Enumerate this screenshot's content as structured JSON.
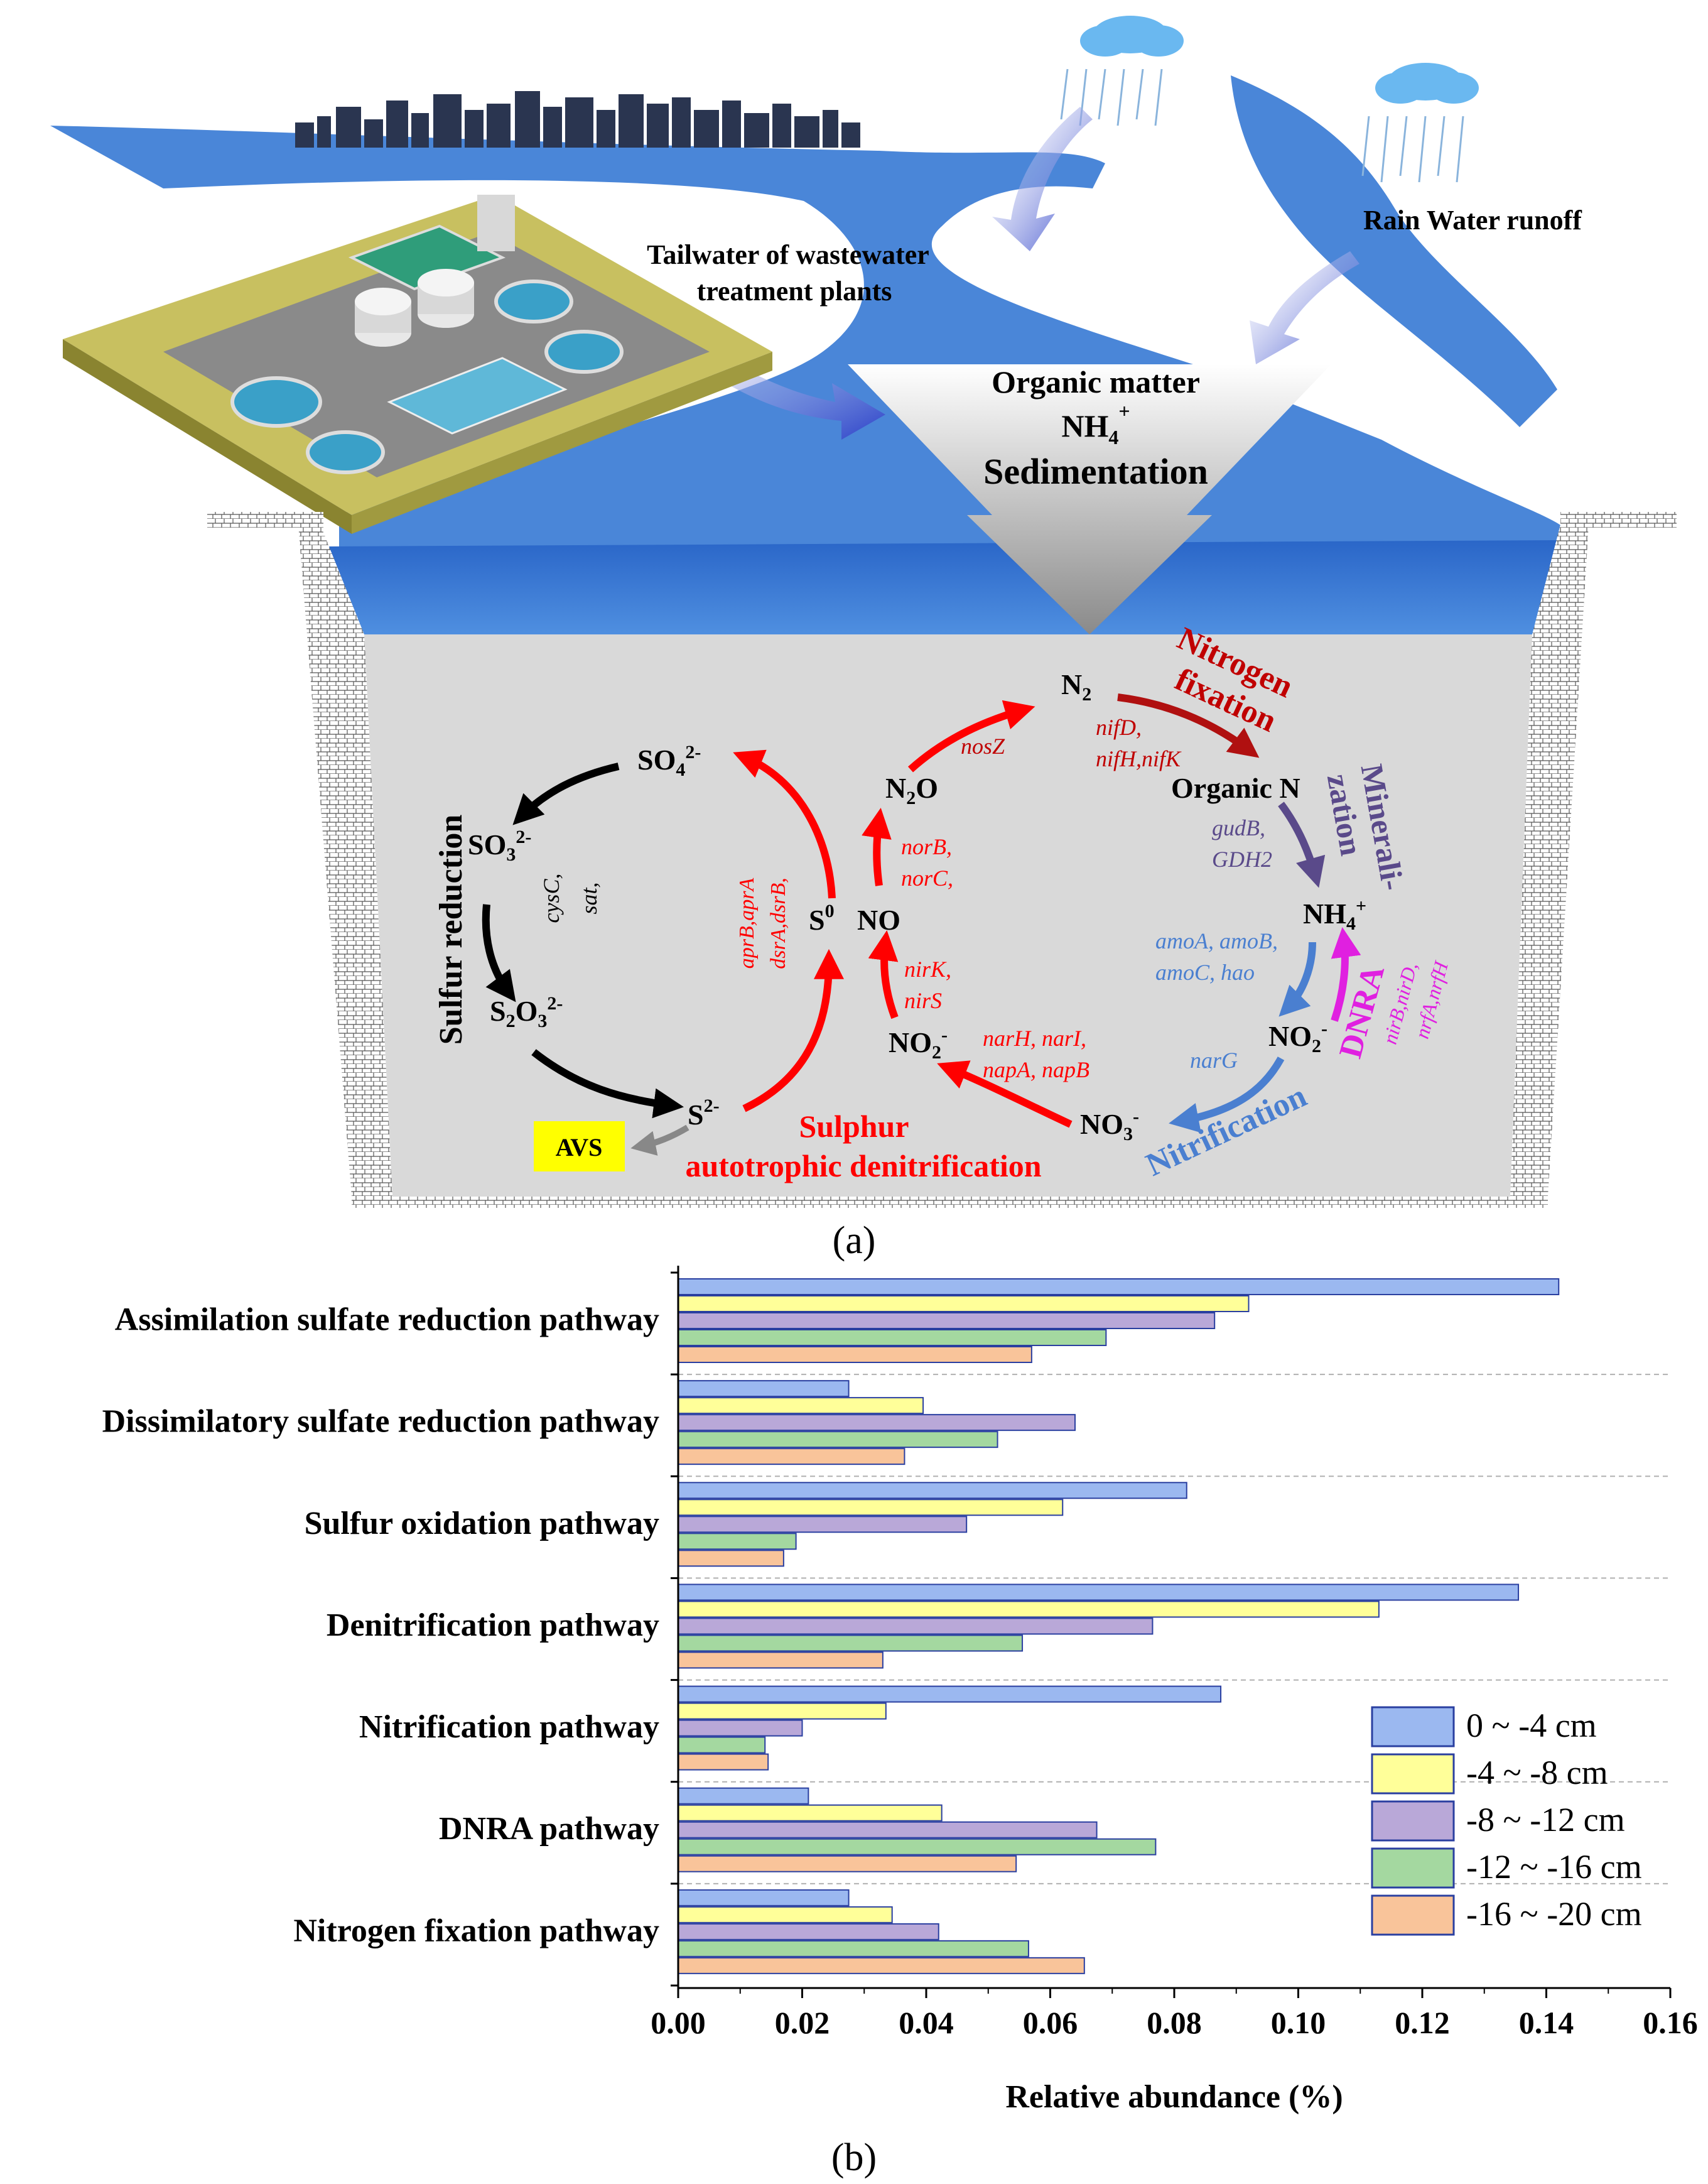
{
  "panel_a": {
    "label": "(a)",
    "scene": {
      "tailwater_line1": "Tailwater of wastewater",
      "tailwater_line2": "treatment plants",
      "rain": "Rain Water runoff",
      "funnel_line1": "Organic  matter",
      "funnel_nh4": "NH",
      "funnel_nh4_sub": "4",
      "funnel_nh4_sup": "+",
      "funnel_line3": "Sedimentation"
    },
    "sulfur": {
      "so4": "SO",
      "so4_sub": "4",
      "so4_sup": "2-",
      "so3": "SO",
      "so3_sub": "3",
      "so3_sup": "2-",
      "s2o3": "S",
      "s2o3_sub1": "2",
      "s2o3_mid": "O",
      "s2o3_sub2": "3",
      "s2o3_sup": "2-",
      "s2": "S",
      "s2_sup": "2-",
      "s0": "S",
      "s0_sup": "0",
      "avs": "AVS",
      "reduction_label": "Sulfur reduction",
      "genes_cys": "cysC,",
      "genes_sat": "sat,",
      "genes_apr1": "aprB,aprA",
      "genes_apr2": "dsrA,dsrB,",
      "sad_label1": "Sulphur",
      "sad_label2": "autotrophic denitrification"
    },
    "nitrogen": {
      "n2": "N",
      "n2_sub": "2",
      "n2o": "N",
      "n2o_sub": "2",
      "n2o_tail": "O",
      "no": "NO",
      "no2_left": "NO",
      "no2_left_sub": "2",
      "no2_left_sup": "-",
      "no3": "NO",
      "no3_sub": "3",
      "no3_sup": "-",
      "no2_right": "NO",
      "no2_right_sub": "2",
      "no2_right_sup": "-",
      "nh4": "NH",
      "nh4_sub": "4",
      "nh4_sup": "+",
      "organic_n": "Organic N",
      "fixation_1": "Nitrogen",
      "fixation_2": "fixation",
      "mineral_1": "Minerali-",
      "mineral_2": "zation",
      "dnra": "DNRA",
      "nitrification": "Nitrification",
      "genes_nosz": "nosZ",
      "genes_nif1": "nifD,",
      "genes_nif2": "nifH,nifK",
      "genes_gud1": "gudB,",
      "genes_gud2": "GDH2",
      "genes_amo1": "amoA, amoB,",
      "genes_amo2": "amoC, hao",
      "genes_nar": "narG",
      "genes_nir_dnra1": "nirB,nirD,",
      "genes_nir_dnra2": "nrfA,nrfH",
      "genes_nor1": "norB,",
      "genes_nor2": "norC,",
      "genes_nirk1": "nirK,",
      "genes_nirk2": "nirS",
      "genes_narh1": "narH, narI,",
      "genes_narh2": "napA, napB"
    }
  },
  "panel_b": {
    "label": "(b)",
    "chart_data": {
      "type": "bar",
      "orientation": "horizontal",
      "categories": [
        "Assimilation sulfate reduction pathway",
        "Dissimilatory sulfate reduction pathway",
        "Sulfur oxidation pathway",
        "Denitrification pathway",
        "Nitrification pathway",
        "DNRA pathway",
        "Nitrogen fixation pathway"
      ],
      "series": [
        {
          "name": "0 ~ -4 cm",
          "color": "#9bb8f0",
          "values": [
            0.142,
            0.0275,
            0.082,
            0.1355,
            0.0875,
            0.021,
            0.0275
          ]
        },
        {
          "name": "-4 ~ -8 cm",
          "color": "#ffff99",
          "values": [
            0.092,
            0.0395,
            0.062,
            0.113,
            0.0335,
            0.0425,
            0.0345
          ]
        },
        {
          "name": "-8 ~ -12 cm",
          "color": "#b9a8d8",
          "values": [
            0.0865,
            0.064,
            0.0465,
            0.0765,
            0.02,
            0.0675,
            0.042
          ]
        },
        {
          "name": "-12 ~ -16 cm",
          "color": "#a4d8a0",
          "values": [
            0.069,
            0.0515,
            0.019,
            0.0555,
            0.014,
            0.077,
            0.0565
          ]
        },
        {
          "name": "-16 ~ -20 cm",
          "color": "#f9c49a",
          "values": [
            0.057,
            0.0365,
            0.017,
            0.033,
            0.0145,
            0.0545,
            0.0655
          ]
        }
      ],
      "xlabel": "Relative abundance  (%)",
      "xlim": [
        0,
        0.16
      ],
      "xticks": [
        "0.00",
        "0.02",
        "0.04",
        "0.06",
        "0.08",
        "0.10",
        "0.12",
        "0.14",
        "0.16"
      ],
      "legend_position": "right",
      "grid": "dashed separators between groups"
    }
  }
}
